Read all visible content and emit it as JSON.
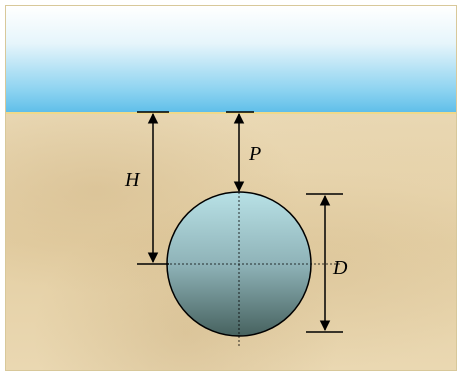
{
  "diagram": {
    "labels": {
      "h": "H",
      "p": "P",
      "d": "D"
    },
    "colors": {
      "sky_top": "#ffffff",
      "sky_bottom": "#5ebee9",
      "ground": "#e4cfa4",
      "pipe_top": "#b3dde2",
      "pipe_bottom": "#4b666a",
      "line": "#000000"
    }
  }
}
